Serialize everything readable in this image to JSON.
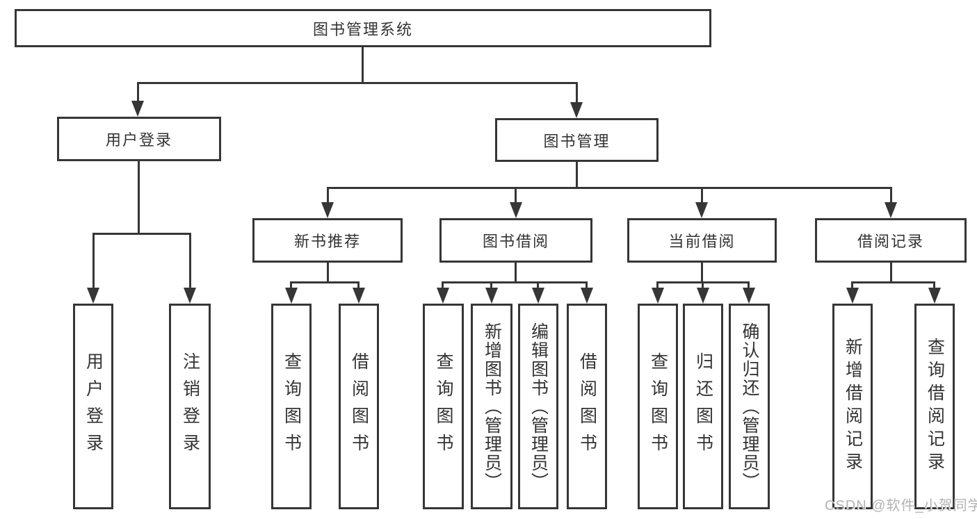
{
  "diagram_title": "图书管理系统",
  "tree": {
    "root": {
      "label": "图书管理系统"
    },
    "branches": [
      {
        "label": "用户登录",
        "children": [
          {
            "label": "用户登录"
          },
          {
            "label": "注销登录"
          }
        ]
      },
      {
        "label": "图书管理",
        "sections": [
          {
            "label": "新书推荐",
            "children": [
              {
                "label": "查询图书"
              },
              {
                "label": "借阅图书"
              }
            ]
          },
          {
            "label": "图书借阅",
            "children": [
              {
                "label": "查询图书"
              },
              {
                "label": "新增图书（管理员）"
              },
              {
                "label": "编辑图书（管理员）"
              },
              {
                "label": "借阅图书"
              }
            ]
          },
          {
            "label": "当前借阅",
            "children": [
              {
                "label": "查询图书"
              },
              {
                "label": "归还图书"
              },
              {
                "label": "确认归还（管理员）"
              }
            ]
          },
          {
            "label": "借阅记录",
            "children": [
              {
                "label": "新增借阅记录"
              },
              {
                "label": "查询借阅记录"
              }
            ]
          }
        ]
      }
    ]
  },
  "watermark": {
    "text": "CSDN @软件_小贺同学"
  },
  "colors": {
    "line": "#363636",
    "box_border": "#363636",
    "text": "#333333",
    "watermark": "#b3b3b3",
    "background": "#ffffff"
  }
}
